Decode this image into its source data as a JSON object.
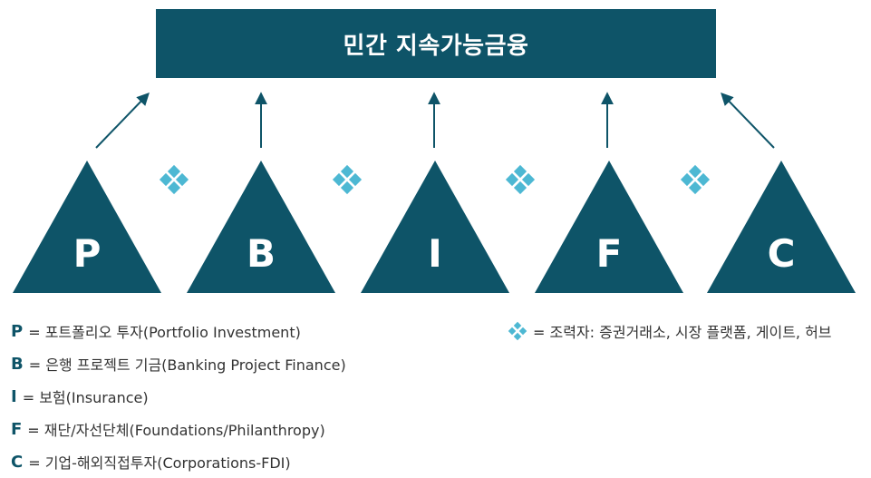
{
  "title": "민간 지속가능금융",
  "colors": {
    "primary": "#0e5468",
    "facilitator": "#4db8d3",
    "text": "#333333"
  },
  "pillars": [
    {
      "letter": "P",
      "description": "= 포트폴리오 투자(Portfolio Investment)"
    },
    {
      "letter": "B",
      "description": "= 은행 프로젝트 기금(Banking Project Finance)"
    },
    {
      "letter": "I",
      "description": "= 보험(Insurance)"
    },
    {
      "letter": "F",
      "description": "= 재단/자선단체(Foundations/Philanthropy)"
    },
    {
      "letter": "C",
      "description": "= 기업-해외직접투자(Corporations-FDI)"
    }
  ],
  "facilitator_legend": "= 조력자: 증권거래소, 시장 플랫폼, 게이트, 허브",
  "facilitator_icon": "diamond-cluster-icon"
}
